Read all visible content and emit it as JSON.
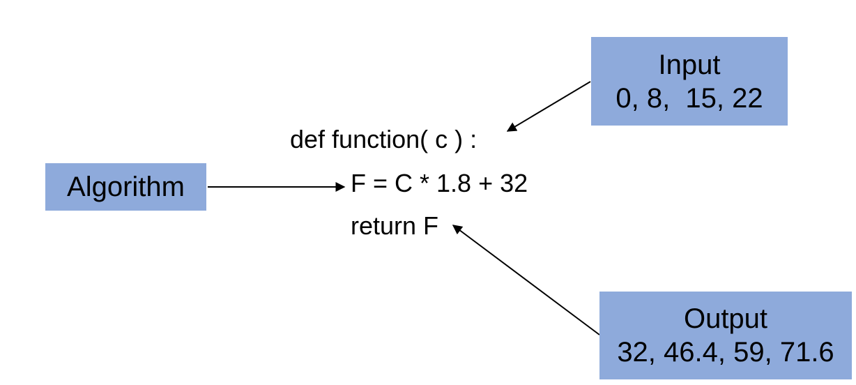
{
  "colors": {
    "box_fill": "#8eaadb",
    "text": "#000000",
    "arrow": "#000000",
    "background": "#ffffff"
  },
  "algorithm_box": {
    "label": "Algorithm"
  },
  "input_box": {
    "title": "Input",
    "values": "0, 8,  15, 22"
  },
  "output_box": {
    "title": "Output",
    "values": "32, 46.4, 59, 71.6"
  },
  "code": {
    "line1": "def function( c ) :",
    "line2": "F = C * 1.8 + 32",
    "line3": "return F"
  }
}
